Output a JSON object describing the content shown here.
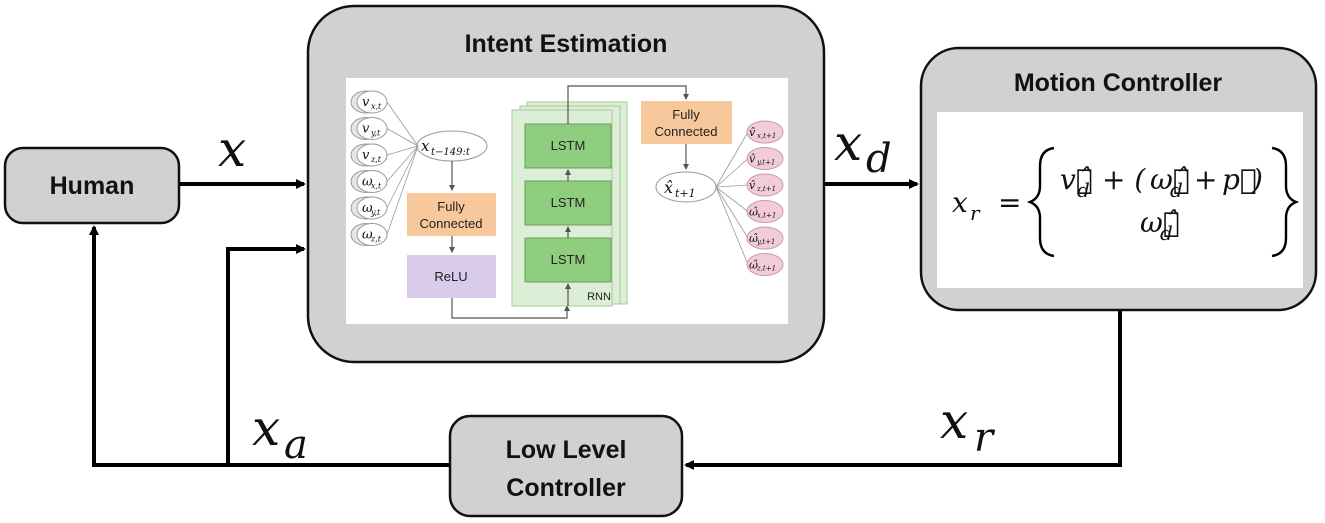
{
  "blocks": {
    "human": "Human",
    "intent": "Intent Estimation",
    "motion": "Motion Controller",
    "low_level_line1": "Low Level",
    "low_level_line2": "Controller"
  },
  "signals": {
    "x": "x",
    "xd_base": "x",
    "xd_sub": "d",
    "xa_base": "x",
    "xa_sub": "a",
    "xr_base": "x",
    "xr_sub": "r"
  },
  "network": {
    "inputs": [
      {
        "sym": "v",
        "sub": "x,t"
      },
      {
        "sym": "v",
        "sub": "y,t"
      },
      {
        "sym": "v",
        "sub": "z,t"
      },
      {
        "sym": "ω",
        "sub": "x,t"
      },
      {
        "sym": "ω",
        "sub": "y,t"
      },
      {
        "sym": "ω",
        "sub": "z,t"
      }
    ],
    "window_base": "x",
    "window_sub": "t−149:t",
    "fc1_line1": "Fully",
    "fc1_line2": "Connected",
    "relu": "ReLU",
    "lstm": [
      "LSTM",
      "LSTM",
      "LSTM"
    ],
    "rnn": "RNN",
    "fc2_line1": "Fully",
    "fc2_line2": "Connected",
    "pred_base": "x̂",
    "pred_sub": "t+1",
    "outputs": [
      {
        "sym": "v̂",
        "sub": "x,t+1"
      },
      {
        "sym": "v̂",
        "sub": "y,t+1"
      },
      {
        "sym": "v̂",
        "sub": "z,t+1"
      },
      {
        "sym": "ω̂",
        "sub": "x,t+1"
      },
      {
        "sym": "ω̂",
        "sub": "y,t+1"
      },
      {
        "sym": "ω̂",
        "sub": "z,t+1"
      }
    ]
  },
  "equation": {
    "lhs_base": "x",
    "lhs_sub": "r",
    "equals": "=",
    "row1": "v⃗̂d + (ω⃗̂d + p⃗ )",
    "row1_parts": {
      "v": "v⃗̂",
      "v_sub": "d",
      "plus1": "+ (",
      "w": "ω⃗̂",
      "w_sub": "d",
      "plus2": "+",
      "p": "p⃗",
      "close": ")"
    },
    "row2_w": "ω⃗̂",
    "row2_sub": "d"
  },
  "colors": {
    "block_fill": "#d1d1d1",
    "fc_fill": "#f6c89c",
    "relu_fill": "#d9cbec",
    "lstm_fill": "#8fce7e",
    "rnn_fill": "#dcefd6",
    "output_fill": "#f2cdd9",
    "input_fill": "#e6e6e6"
  }
}
